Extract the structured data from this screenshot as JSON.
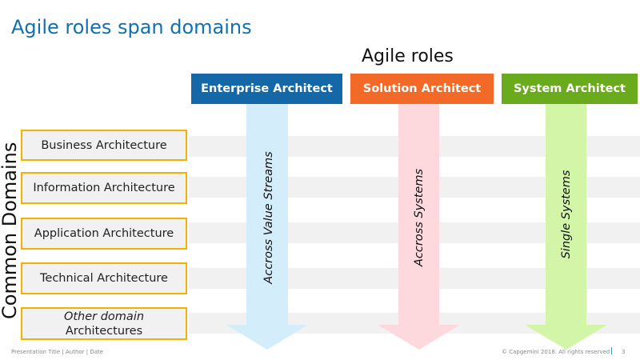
{
  "slide": {
    "title": "Agile roles span domains",
    "roles_heading": "Agile roles",
    "domains_heading": "Common Domains"
  },
  "roles": [
    {
      "label": "Enterprise Architect",
      "color": "#1568a8",
      "arrow_color": "#d3eefa",
      "arrow_label": "Accross Value Streams"
    },
    {
      "label": "Solution Architect",
      "color": "#f36a28",
      "arrow_color": "#fdd9de",
      "arrow_label": "Accross Systems"
    },
    {
      "label": "System Architect",
      "color": "#6aaa1d",
      "arrow_color": "#d3f5a8",
      "arrow_label": "Single Systems"
    }
  ],
  "domains": [
    {
      "label": "Business Architecture"
    },
    {
      "label": "Information Architecture"
    },
    {
      "label": "Application Architecture"
    },
    {
      "label": "Technical Architecture"
    },
    {
      "label_line1": "Other domain",
      "label_line2": "Architectures"
    }
  ],
  "colors": {
    "title": "#1070b0",
    "domain_border": "#f2b300",
    "band": "#f1f1f1"
  },
  "footer": {
    "left": "Presentation Title | Author | Date",
    "right": "© Capgemini 2018. All rights reserved",
    "separator": "|",
    "page": "3"
  }
}
